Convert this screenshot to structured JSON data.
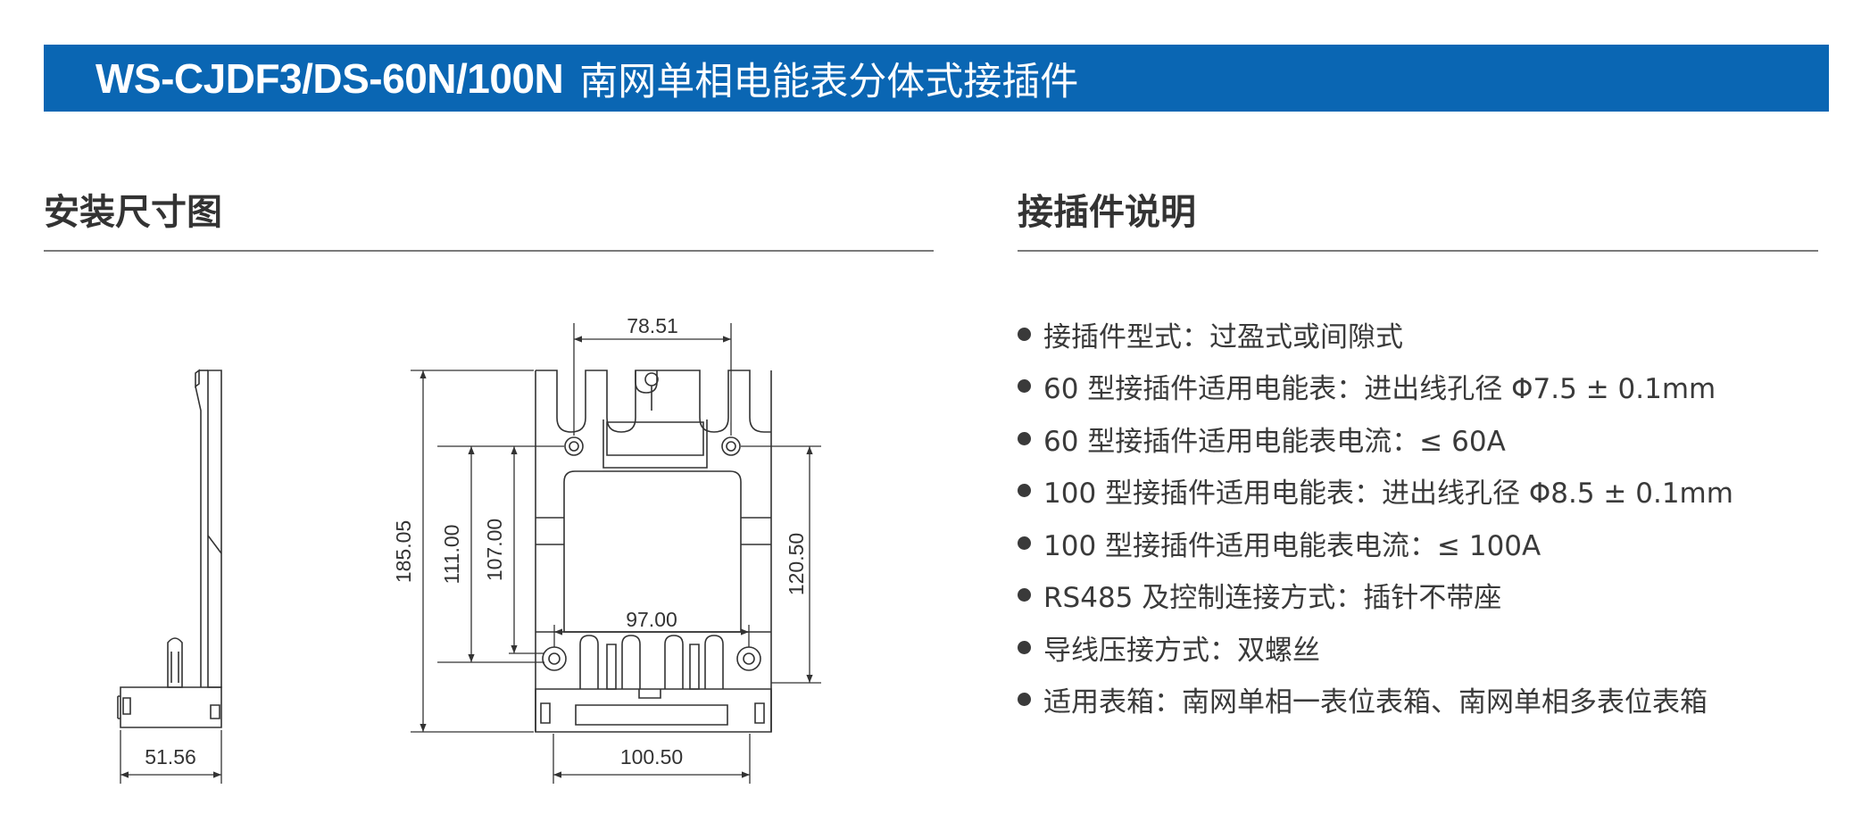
{
  "header": {
    "model": "WS-CJDF3/DS-60N/100N",
    "product_name": "南网单相电能表分体式接插件",
    "color": "#0a66b3"
  },
  "install_section": {
    "title": "安装尺寸图",
    "dimensions": {
      "side_width": "51.56",
      "top_width": "78.51",
      "total_height": "185.05",
      "height_111": "111.00",
      "height_107": "107.00",
      "mid_width": "97.00",
      "right_height": "120.50",
      "bottom_width": "100.50"
    }
  },
  "spec_section": {
    "title": "接插件说明",
    "items": [
      "接插件型式：过盈式或间隙式",
      "60 型接插件适用电能表：进出线孔径 Φ7.5 ± 0.1mm",
      "60 型接插件适用电能表电流：≤ 60A",
      "100 型接插件适用电能表：进出线孔径 Φ8.5 ± 0.1mm",
      "100 型接插件适用电能表电流：≤ 100A",
      "RS485 及控制连接方式：插针不带座",
      "导线压接方式：双螺丝",
      "适用表箱：南网单相一表位表箱、南网单相多表位表箱"
    ]
  }
}
